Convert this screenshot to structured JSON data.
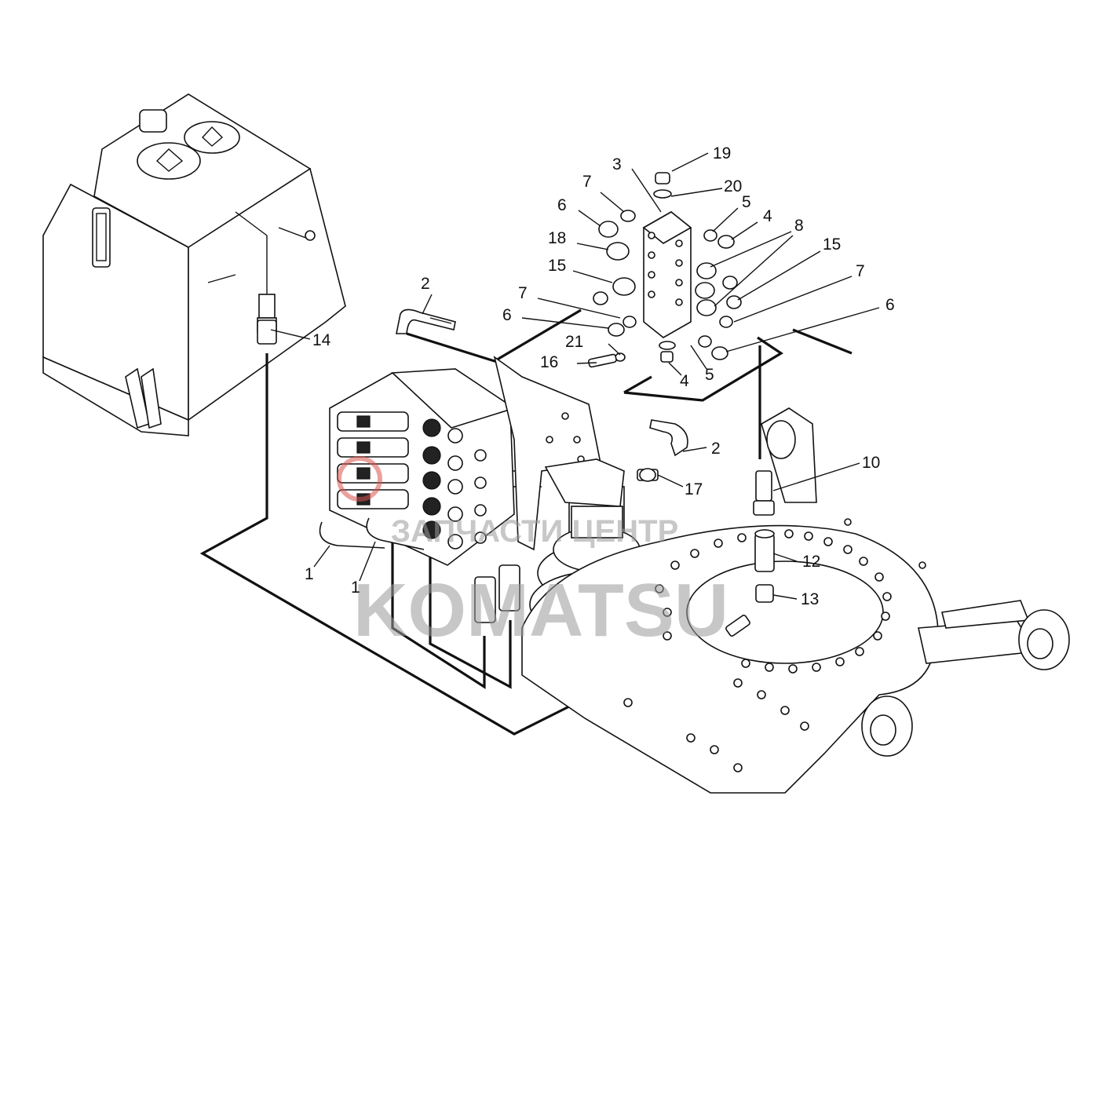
{
  "watermark": {
    "line1": "ЗАПЧАСТИ ЦЕНТР",
    "line2": "KOMATSU",
    "color": "#9a9a9a",
    "accent": "#d9534f"
  },
  "callouts": [
    {
      "id": "c19",
      "text": "19"
    },
    {
      "id": "c3",
      "text": "3"
    },
    {
      "id": "c20",
      "text": "20"
    },
    {
      "id": "c7a",
      "text": "7"
    },
    {
      "id": "c6a",
      "text": "6"
    },
    {
      "id": "c5a",
      "text": "5"
    },
    {
      "id": "c4a",
      "text": "4"
    },
    {
      "id": "c8",
      "text": "8"
    },
    {
      "id": "c18",
      "text": "18"
    },
    {
      "id": "c15a",
      "text": "15"
    },
    {
      "id": "c15b",
      "text": "15"
    },
    {
      "id": "c7b",
      "text": "7"
    },
    {
      "id": "c2a",
      "text": "2"
    },
    {
      "id": "c7c",
      "text": "7"
    },
    {
      "id": "c6b",
      "text": "6"
    },
    {
      "id": "c6c",
      "text": "6"
    },
    {
      "id": "c21",
      "text": "21"
    },
    {
      "id": "c16",
      "text": "16"
    },
    {
      "id": "c4b",
      "text": "4"
    },
    {
      "id": "c5b",
      "text": "5"
    },
    {
      "id": "c14",
      "text": "14"
    },
    {
      "id": "c2b",
      "text": "2"
    },
    {
      "id": "c10",
      "text": "10"
    },
    {
      "id": "c17",
      "text": "17"
    },
    {
      "id": "c12",
      "text": "12"
    },
    {
      "id": "c13",
      "text": "13"
    },
    {
      "id": "c1a",
      "text": "1"
    },
    {
      "id": "c1b",
      "text": "1"
    }
  ]
}
